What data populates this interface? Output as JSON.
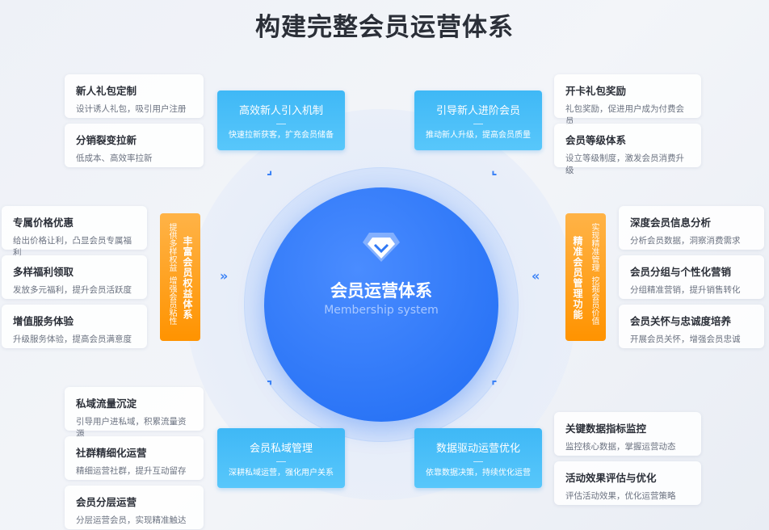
{
  "title": "构建完整会员运营体系",
  "center": {
    "title": "会员运营体系",
    "subtitle": "Membership system"
  },
  "blue_boxes": [
    {
      "title": "高效新人引入机制",
      "desc": "快速拉新获客，扩充会员储备"
    },
    {
      "title": "引导新人进阶会员",
      "desc": "推动新人升级，提高会员质量"
    },
    {
      "title": "会员私域管理",
      "desc": "深耕私域运营，强化用户关系"
    },
    {
      "title": "数据驱动运营优化",
      "desc": "依靠数据决策，持续优化运营"
    }
  ],
  "orange_boxes": [
    {
      "title": "丰富会员权益体系",
      "sub1": "提供多样权益",
      "sub2": "增强会员粘性"
    },
    {
      "title": "精准会员管理功能",
      "sub1": "实现精准管理",
      "sub2": "挖掘会员价值"
    }
  ],
  "cards": {
    "top_left": [
      {
        "title": "新人礼包定制",
        "desc": "设计诱人礼包，吸引用户注册"
      },
      {
        "title": "分销裂变拉新",
        "desc": "低成本、高效率拉新"
      }
    ],
    "top_right": [
      {
        "title": "开卡礼包奖励",
        "desc": "礼包奖励，促进用户成为付费会员"
      },
      {
        "title": "会员等级体系",
        "desc": "设立等级制度，激发会员消费升级"
      }
    ],
    "mid_left": [
      {
        "title": "专属价格优惠",
        "desc": "给出价格让利，凸显会员专属福利"
      },
      {
        "title": "多样福利领取",
        "desc": "发放多元福利，提升会员活跃度"
      },
      {
        "title": "增值服务体验",
        "desc": "升级服务体验，提高会员满意度"
      }
    ],
    "mid_right": [
      {
        "title": "深度会员信息分析",
        "desc": "分析会员数据，洞察消费需求"
      },
      {
        "title": "会员分组与个性化营销",
        "desc": "分组精准营销，提升销售转化"
      },
      {
        "title": "会员关怀与忠诚度培养",
        "desc": "开展会员关怀，增强会员忠诚"
      }
    ],
    "bottom_left": [
      {
        "title": "私域流量沉淀",
        "desc": "引导用户进私域，积累流量资源"
      },
      {
        "title": "社群精细化运营",
        "desc": "精细运营社群，提升互动留存"
      },
      {
        "title": "会员分层运营",
        "desc": "分层运营会员，实现精准触达"
      }
    ],
    "bottom_right": [
      {
        "title": "关键数据指标监控",
        "desc": "监控核心数据，掌握运营动态"
      },
      {
        "title": "活动效果评估与优化",
        "desc": "评估活动效果，优化运营策略"
      }
    ]
  },
  "colors": {
    "core": "#1f6cf3",
    "blue": "#3fb8f6",
    "orange": "#ff9a0e"
  }
}
